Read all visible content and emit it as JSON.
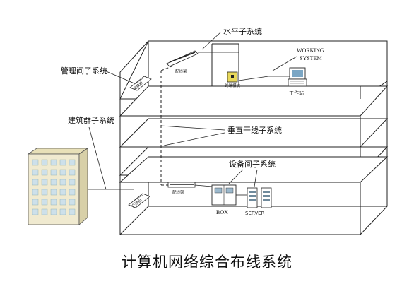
{
  "title": "计算机网络综合布线系统",
  "labels": {
    "horizontal_subsystem": "水平子系统",
    "admin_subsystem": "管理间子系统",
    "building_group_subsystem": "建筑群子系统",
    "vertical_subsystem": "垂直干线子系统",
    "equipment_subsystem": "设备间子系统",
    "working_system_line1": "WORKING",
    "working_system_line2": "SYSTEM",
    "workstation": "工作站",
    "patch_panel_top": "配线架",
    "patch_panel_bottom": "配线架",
    "switch_top": "交换机",
    "switch_bottom": "交换机",
    "terminal_module": "终端模块",
    "box": "BOX",
    "server": "SERVER"
  },
  "colors": {
    "line": "#222222",
    "building_face": "#f0ead0",
    "building_side": "#d8d0a8",
    "window": "#cde0ea",
    "outlet": "#e8d85a"
  }
}
